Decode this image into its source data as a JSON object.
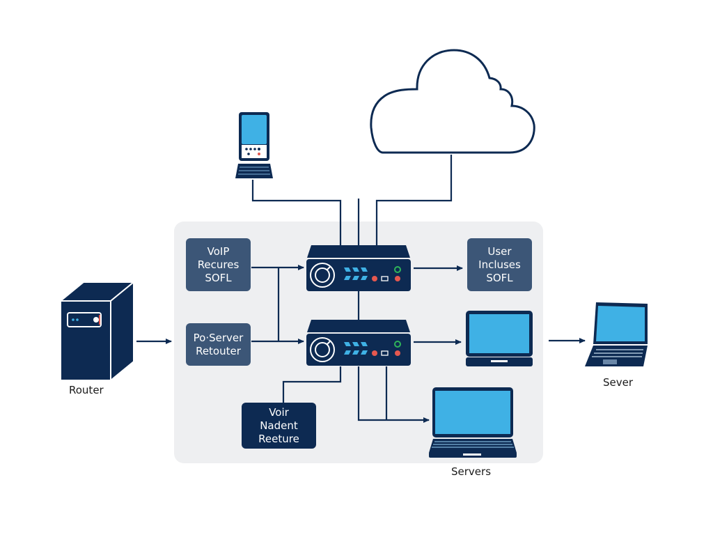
{
  "diagram": {
    "colors": {
      "navy": "#0d2a52",
      "slate": "#3c5677",
      "screen_blue": "#3fb1e5",
      "panel_gray": "#eeeff1",
      "led_green": "#2fb55a",
      "led_red": "#e5584f"
    },
    "nodes": {
      "tower_server": {
        "label": "Router",
        "icon": "server-tower-icon"
      },
      "terminal": {
        "label": "",
        "icon": "desktop-terminal-icon"
      },
      "cloud": {
        "label": "",
        "icon": "cloud-icon"
      },
      "switch_top": {
        "label": "",
        "icon": "network-switch-icon"
      },
      "switch_bottom": {
        "label": "",
        "icon": "network-switch-icon"
      },
      "box_voip": {
        "text": "VoIP\nRecures\nSOFL"
      },
      "box_poserver": {
        "text": "Po·Server\nRetouter"
      },
      "box_user": {
        "text": "User\nIncluses\nSOFL"
      },
      "box_voir": {
        "text": "Voir\nNadent\nReeture"
      },
      "monitor": {
        "label": "",
        "icon": "monitor-icon"
      },
      "laptop_bottom": {
        "label": "Servers",
        "icon": "laptop-icon"
      },
      "laptop_right": {
        "label": "Sever",
        "icon": "laptop-icon"
      }
    },
    "edges": [
      {
        "from": "tower_server",
        "to": "panel"
      },
      {
        "from": "terminal",
        "to": "switch_top"
      },
      {
        "from": "cloud",
        "to": "switch_top"
      },
      {
        "from": "box_voip",
        "to": "switch_top"
      },
      {
        "from": "box_voip",
        "to": "switch_bottom"
      },
      {
        "from": "box_poserver",
        "to": "switch_bottom"
      },
      {
        "from": "switch_top",
        "to": "box_user"
      },
      {
        "from": "switch_top",
        "to": "switch_bottom"
      },
      {
        "from": "switch_bottom",
        "to": "monitor"
      },
      {
        "from": "switch_bottom",
        "to": "box_voir"
      },
      {
        "from": "switch_bottom",
        "to": "laptop_bottom"
      },
      {
        "from": "monitor",
        "to": "laptop_right"
      }
    ]
  }
}
